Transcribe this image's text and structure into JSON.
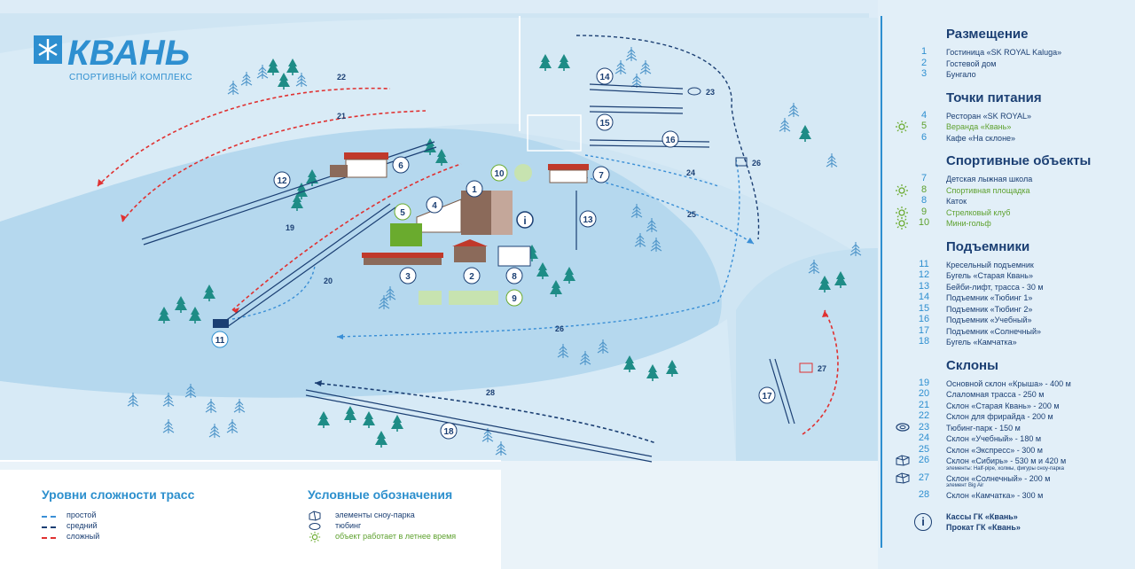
{
  "brand": {
    "name": "КВАНЬ",
    "subtitle": "СПОРТИВНЫЙ КОМПЛЕКС"
  },
  "colors": {
    "easy": "#3a8fd6",
    "medium": "#1b3f73",
    "hard": "#e03131",
    "summer": "#6aab2e",
    "accent": "#2e8fd0"
  },
  "map_labels": {
    "tracks": [
      "22",
      "21",
      "19",
      "20",
      "24",
      "25",
      "26",
      "28"
    ],
    "lifts": [
      "12",
      "11",
      "13",
      "14",
      "15",
      "16",
      "17",
      "18"
    ],
    "objects": [
      "1",
      "2",
      "3",
      "4",
      "5",
      "6",
      "7",
      "8",
      "9",
      "10"
    ],
    "parks": [
      "23",
      "26",
      "27"
    ]
  },
  "legend": {
    "sections": [
      {
        "title": "Размещение",
        "items": [
          {
            "num": "1",
            "text": "Гостиница «SK ROYAL Kaluga»"
          },
          {
            "num": "2",
            "text": "Гостевой дом"
          },
          {
            "num": "3",
            "text": "Бунгало"
          }
        ]
      },
      {
        "title": "Точки питания",
        "items": [
          {
            "num": "4",
            "text": "Ресторан «SK ROYAL»"
          },
          {
            "num": "5",
            "text": "Веранда «Квань»",
            "summer": true
          },
          {
            "num": "6",
            "text": "Кафе «На склоне»"
          }
        ]
      },
      {
        "title": "Спортивные объекты",
        "items": [
          {
            "num": "7",
            "text": "Детская лыжная школа"
          },
          {
            "num": "8",
            "text": "Спортивная площадка",
            "summer": true
          },
          {
            "num": "8",
            "text": "Каток"
          },
          {
            "num": "9",
            "text": "Стрелковый клуб",
            "summer": true
          },
          {
            "num": "10",
            "text": "Мини-гольф",
            "summer": true
          }
        ]
      },
      {
        "title": "Подъемники",
        "items": [
          {
            "num": "11",
            "text": "Кресельный подъемник"
          },
          {
            "num": "12",
            "text": "Бугель «Старая Квань»"
          },
          {
            "num": "13",
            "text": "Бейби-лифт, трасса - 30 м"
          },
          {
            "num": "14",
            "text": "Подъемник «Тюбинг 1»"
          },
          {
            "num": "15",
            "text": "Подъемник «Тюбинг 2»"
          },
          {
            "num": "16",
            "text": "Подъемник «Учебный»"
          },
          {
            "num": "17",
            "text": "Подъемник «Солнечный»"
          },
          {
            "num": "18",
            "text": "Бугель «Камчатка»"
          }
        ]
      },
      {
        "title": "Склоны",
        "items": [
          {
            "num": "19",
            "text": "Основной склон «Крыша» - 400 м"
          },
          {
            "num": "20",
            "text": "Слаломная трасса - 250 м"
          },
          {
            "num": "21",
            "text": "Склон «Старая Квань» - 200 м"
          },
          {
            "num": "22",
            "text": "Склон для фрирайда - 200 м"
          },
          {
            "num": "23",
            "text": "Тюбинг-парк - 150 м",
            "icon": "tubing"
          },
          {
            "num": "24",
            "text": "Склон «Учебный» - 180 м"
          },
          {
            "num": "25",
            "text": "Склон «Экспресс» - 300 м"
          },
          {
            "num": "26",
            "text": "Склон «Сибирь» - 530 м и 420 м",
            "icon": "snowpark",
            "note": "элементы: Half-pipe, холмы, фигуры сноу-парка"
          },
          {
            "num": "27",
            "text": "Склон «Солнечный» - 200 м",
            "icon": "snowpark",
            "note": "элемент Big Air"
          },
          {
            "num": "28",
            "text": "Склон «Камчатка» - 300 м"
          }
        ]
      }
    ],
    "info": {
      "line1": "Кассы  ГК  «Квань»",
      "line2": "Прокат ГК «Квань»"
    }
  },
  "difficulty": {
    "title": "Уровни сложности трасс",
    "items": [
      {
        "label": "простой",
        "color": "#3a8fd6"
      },
      {
        "label": "средний",
        "color": "#1b3f73"
      },
      {
        "label": "сложный",
        "color": "#e03131"
      }
    ]
  },
  "symbols": {
    "title": "Условные обозначения",
    "items": [
      {
        "label": "элементы сноу-парка",
        "icon": "snowpark-icon"
      },
      {
        "label": "тюбинг",
        "icon": "tubing-icon"
      },
      {
        "label": "объект работает в летнее время",
        "icon": "sun-icon",
        "summer": true
      }
    ]
  }
}
